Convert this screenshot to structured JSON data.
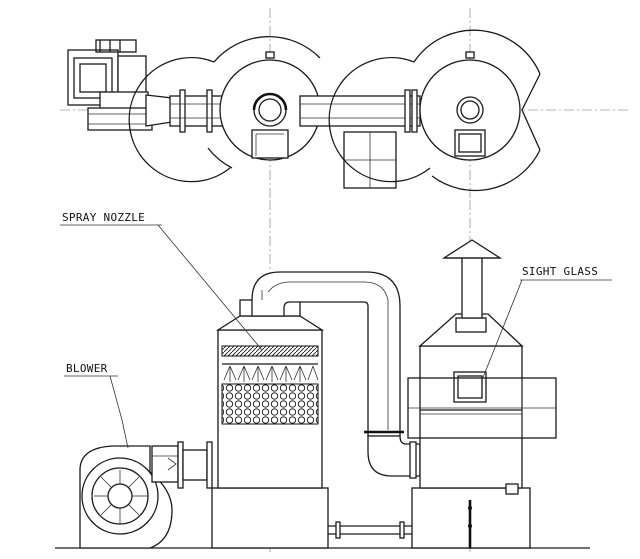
{
  "labels": {
    "spray_nozzle": "SPRAY NOZZLE",
    "blower": "BLOWER",
    "sight_glass": "SIGHT GLASS"
  },
  "colors": {
    "line": "#1a1a1a",
    "centerline": "#777777",
    "background": "#ffffff"
  }
}
